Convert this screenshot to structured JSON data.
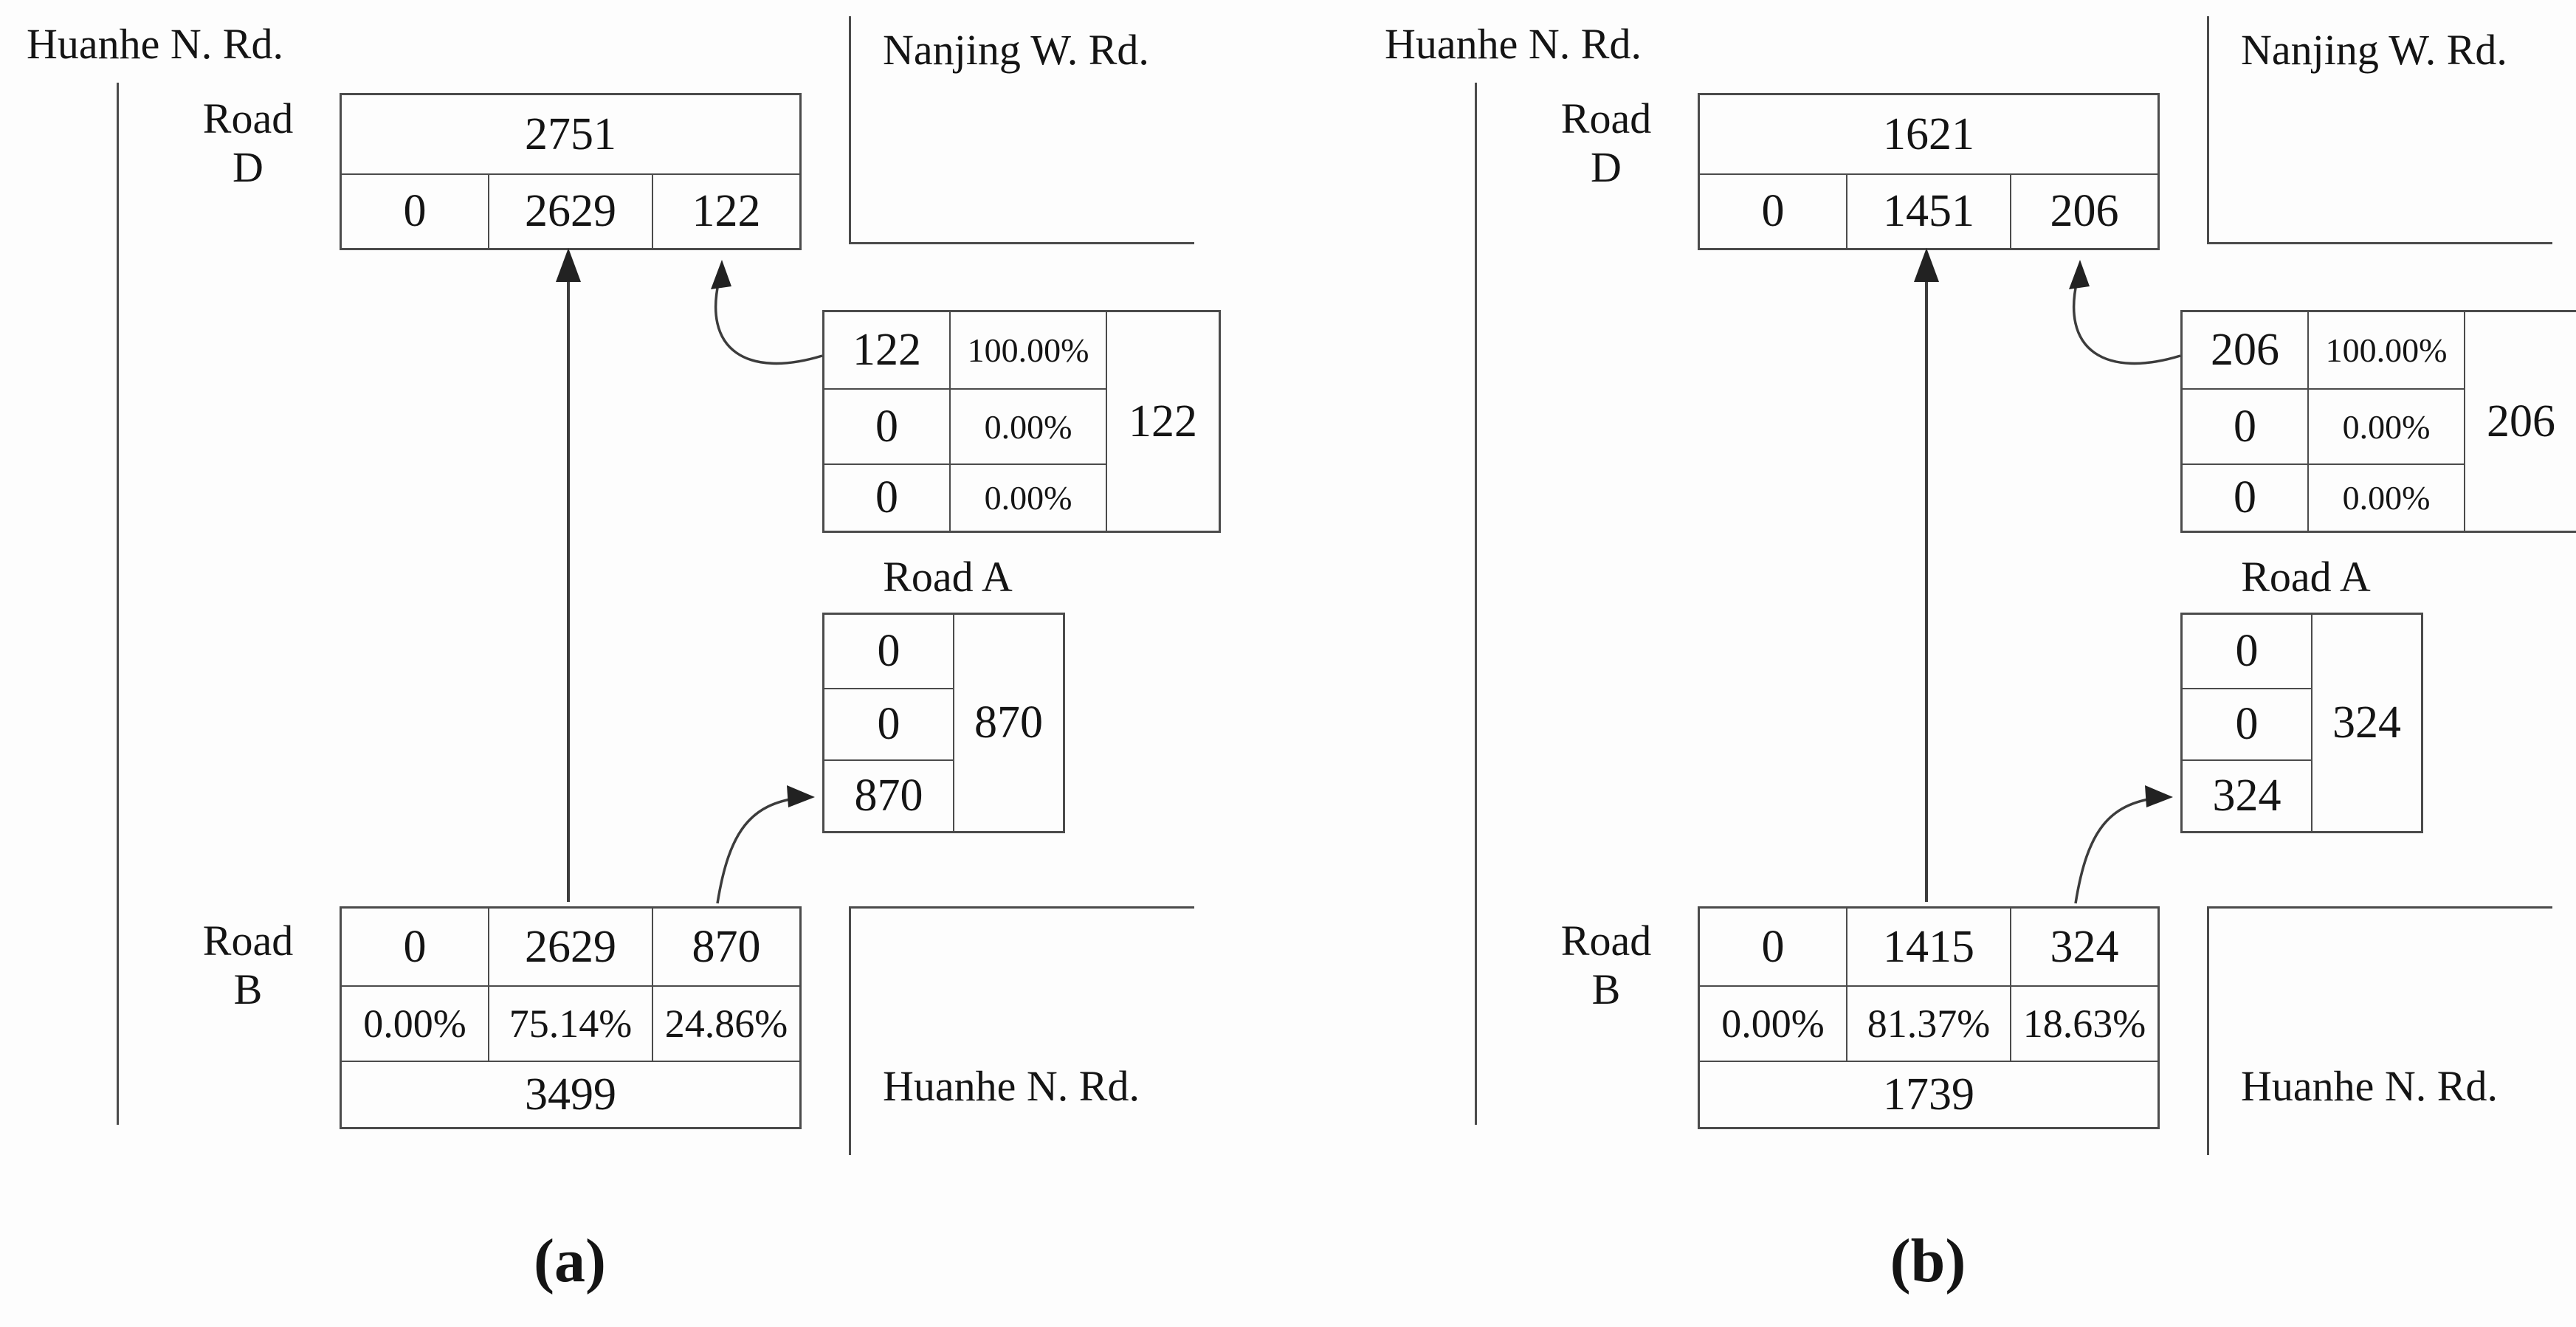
{
  "colors": {
    "line": "#4b4b4b",
    "text": "#141414",
    "background": "#fdfdfd"
  },
  "panels": [
    {
      "caption": "(a)",
      "labels": {
        "huanhe_top": "Huanhe N. Rd.",
        "nanjing": "Nanjing W. Rd.",
        "road_d": [
          "Road",
          "D"
        ],
        "road_a": "Road A",
        "road_b": [
          "Road",
          "B"
        ],
        "huanhe_bottom": "Huanhe N. Rd."
      },
      "road_d_table": {
        "total": "2751",
        "flows": [
          "0",
          "2629",
          "122"
        ]
      },
      "right_turn_table": {
        "rows": [
          [
            "122",
            "100.00%"
          ],
          [
            "0",
            "0.00%"
          ],
          [
            "0",
            "0.00%"
          ]
        ],
        "total": "122"
      },
      "road_a_table": {
        "flows": [
          "0",
          "0",
          "870"
        ],
        "total": "870"
      },
      "road_b_table": {
        "flows": [
          "0",
          "2629",
          "870"
        ],
        "shares": [
          "0.00%",
          "75.14%",
          "24.86%"
        ],
        "total": "3499"
      }
    },
    {
      "caption": "(b)",
      "labels": {
        "huanhe_top": "Huanhe N. Rd.",
        "nanjing": "Nanjing W. Rd.",
        "road_d": [
          "Road",
          "D"
        ],
        "road_a": "Road A",
        "road_b": [
          "Road",
          "B"
        ],
        "huanhe_bottom": "Huanhe N. Rd."
      },
      "road_d_table": {
        "total": "1621",
        "flows": [
          "0",
          "1451",
          "206"
        ]
      },
      "right_turn_table": {
        "rows": [
          [
            "206",
            "100.00%"
          ],
          [
            "0",
            "0.00%"
          ],
          [
            "0",
            "0.00%"
          ]
        ],
        "total": "206"
      },
      "road_a_table": {
        "flows": [
          "0",
          "0",
          "324"
        ],
        "total": "324"
      },
      "road_b_table": {
        "flows": [
          "0",
          "1415",
          "324"
        ],
        "shares": [
          "0.00%",
          "81.37%",
          "18.63%"
        ],
        "total": "1739"
      }
    }
  ]
}
